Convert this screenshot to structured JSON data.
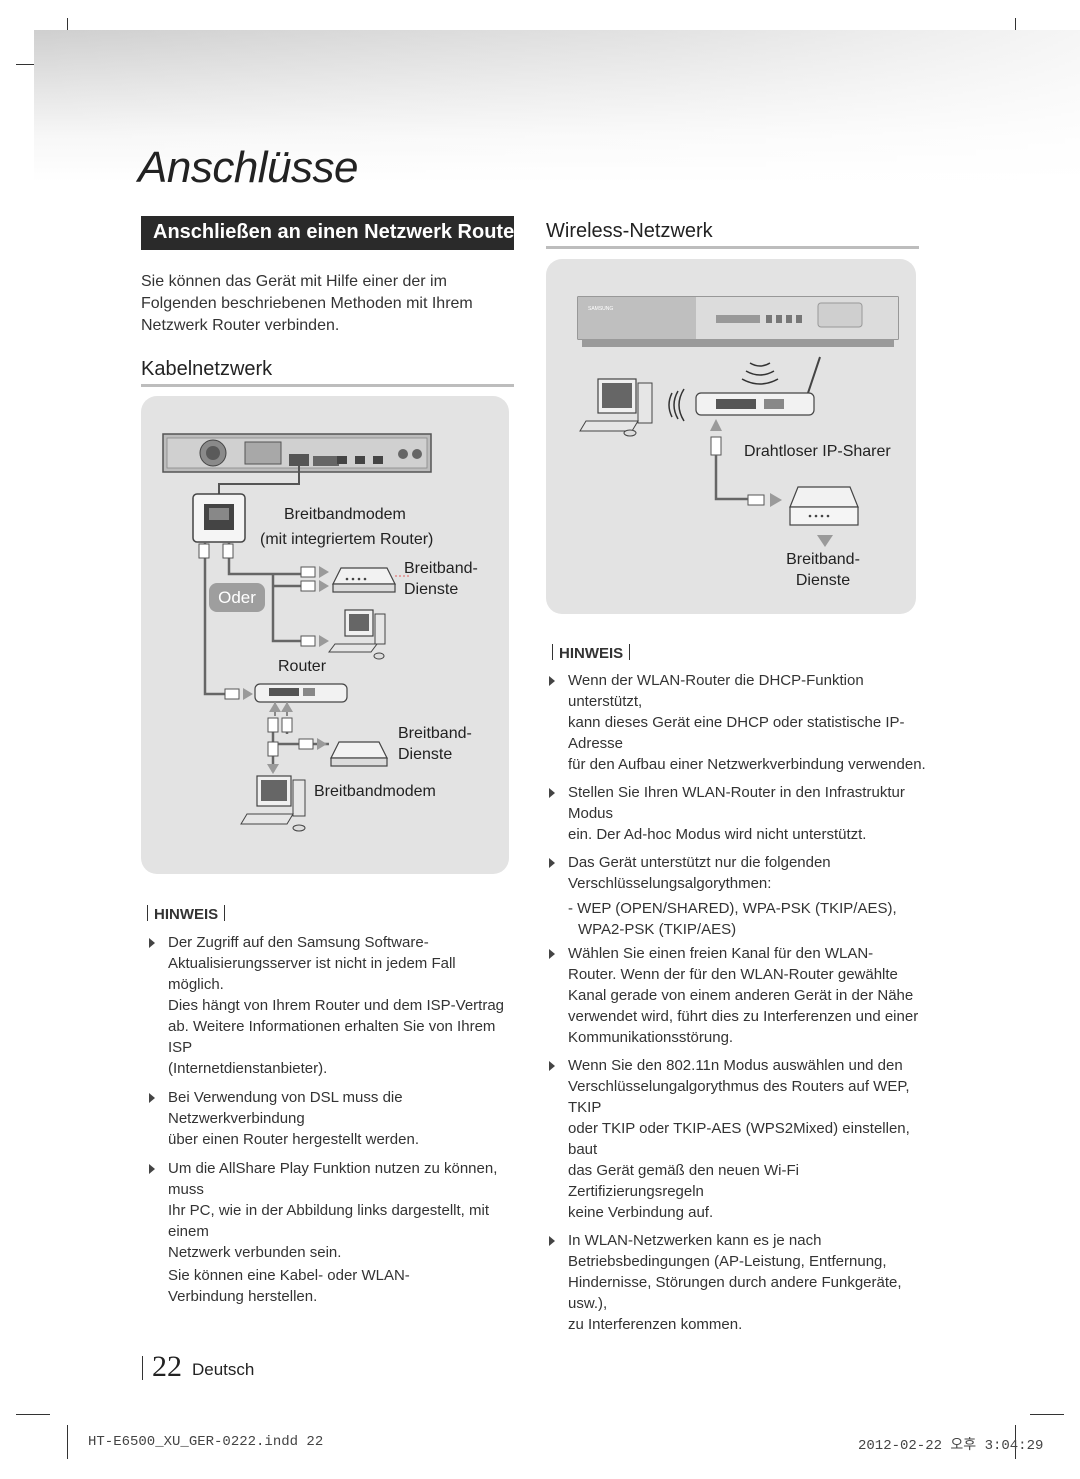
{
  "page_title": "Anschlüsse",
  "section_header": "Anschließen an einen Netzwerk Router",
  "intro_lines": [
    "Sie können das Gerät mit Hilfe einer der im",
    "Folgenden beschriebenen Methoden mit Ihrem",
    "Netzwerk Router verbinden."
  ],
  "wired": {
    "heading": "Kabelnetzwerk",
    "labels": {
      "modem_title": "Breitbandmodem",
      "modem_sub": "(mit integriertem Router)",
      "service1_line1": "Breitband-",
      "service1_line2": "Dienste",
      "oder": "Oder",
      "router": "Router",
      "service2_line1": "Breitband-",
      "service2_line2": "Dienste",
      "modem2": "Breitbandmodem"
    }
  },
  "wireless": {
    "heading": "Wireless-Netzwerk",
    "labels": {
      "sharer": "Drahtloser IP-Sharer",
      "service_line1": "Breitband-",
      "service_line2": "Dienste"
    },
    "device_brand": "SAMSUNG"
  },
  "note_label": "HINWEIS",
  "left_notes": [
    {
      "lines": [
        "Der Zugriff auf den Samsung Software-",
        "Aktualisierungsserver ist nicht in jedem Fall möglich.",
        "Dies hängt von Ihrem Router und dem ISP-Vertrag",
        "ab. Weitere Informationen erhalten Sie von Ihrem ISP",
        "(Internetdienstanbieter)."
      ]
    },
    {
      "lines": [
        "Bei Verwendung von DSL muss die Netzwerkverbindung",
        "über einen Router hergestellt werden."
      ]
    },
    {
      "lines": [
        "Um die AllShare Play Funktion nutzen zu können, muss",
        "Ihr PC, wie in der Abbildung links dargestellt, mit einem",
        "Netzwerk verbunden sein."
      ],
      "extra": "Sie können eine Kabel- oder WLAN-Verbindung herstellen."
    }
  ],
  "right_notes": [
    {
      "lines": [
        "Wenn der WLAN-Router die DHCP-Funktion unterstützt,",
        "kann dieses Gerät eine DHCP oder statistische IP-Adresse",
        "für den Aufbau einer Netzwerkverbindung verwenden."
      ]
    },
    {
      "lines": [
        "Stellen Sie Ihren WLAN-Router in den Infrastruktur Modus",
        "ein. Der Ad-hoc Modus wird nicht unterstützt."
      ]
    },
    {
      "lines": [
        "Das Gerät unterstützt nur die folgenden",
        "Verschlüsselungsalgorythmen:"
      ],
      "sub": "- WEP (OPEN/SHARED), WPA-PSK (TKIP/AES), WPA2-PSK (TKIP/AES)"
    },
    {
      "lines": [
        "Wählen Sie einen freien Kanal für den WLAN-",
        "Router. Wenn der für den WLAN-Router gewählte",
        "Kanal gerade von einem anderen Gerät in der Nähe",
        "verwendet wird, führt dies zu Interferenzen und einer",
        "Kommunikationsstörung."
      ]
    },
    {
      "lines": [
        "Wenn Sie den 802.11n Modus auswählen und den",
        "Verschlüsselungalgorythmus des Routers auf WEP, TKIP",
        "oder TKIP oder TKIP-AES (WPS2Mixed) einstellen, baut",
        "das Gerät gemäß den neuen Wi-Fi Zertifizierungsregeln",
        "keine Verbindung auf."
      ]
    },
    {
      "lines": [
        "In WLAN-Netzwerken kann es je nach",
        "Betriebsbedingungen (AP-Leistung, Entfernung,",
        "Hindernisse, Störungen durch andere Funkgeräte, usw.),",
        "zu Interferenzen kommen."
      ]
    }
  ],
  "page_number": "22",
  "page_language": "Deutsch",
  "footer_file": "HT-E6500_XU_GER-0222.indd   22",
  "footer_timestamp": "2012-02-22   오후 3:04:29",
  "colors": {
    "section_header_bg": "#2a2a2a",
    "panel_bg": "#e3e3e3",
    "oder_badge_bg": "#9e9e9e"
  }
}
